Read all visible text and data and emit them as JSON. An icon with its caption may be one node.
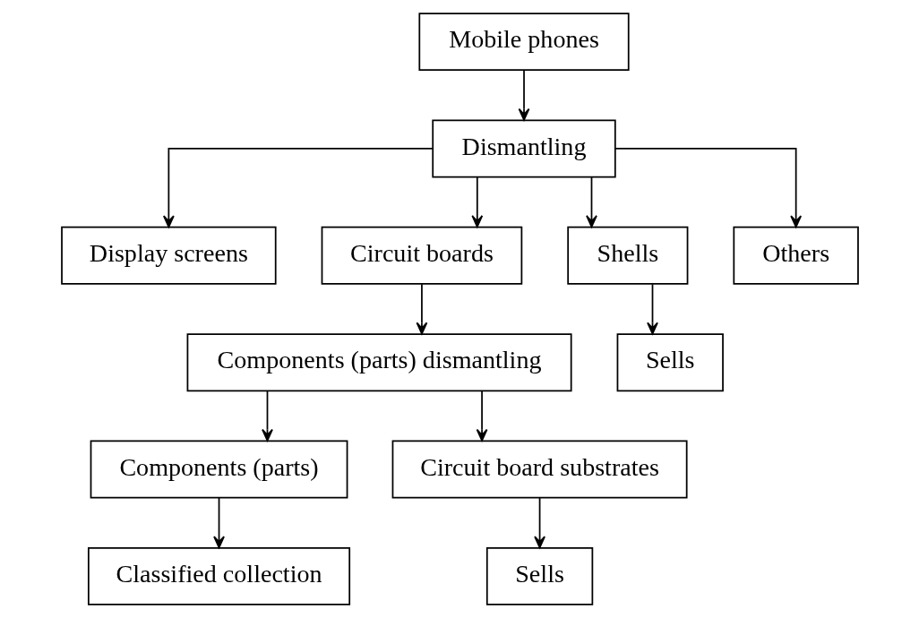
{
  "diagram": {
    "nodes": [
      {
        "text": [
          "Mobile phones"
        ]
      },
      {
        "text": [
          "Dismantling"
        ]
      },
      {
        "text": [
          "Display screens"
        ]
      },
      {
        "text": [
          "Circuit boards"
        ]
      },
      {
        "text": [
          "Shells"
        ]
      },
      {
        "text": [
          "Others"
        ]
      },
      {
        "text": [
          "Components (parts) dismantling"
        ]
      },
      {
        "text": [
          "Sells"
        ]
      },
      {
        "text": [
          "Components (parts)"
        ]
      },
      {
        "text": [
          "Circuit board substrates"
        ]
      },
      {
        "text": [
          "Classified collection"
        ]
      },
      {
        "text": [
          "Sells"
        ]
      }
    ],
    "edges": [
      {
        "from": 0,
        "to": 1,
        "arrow": "to"
      },
      {
        "from": 1,
        "to": 2,
        "arrow": "to"
      },
      {
        "from": 1,
        "to": 3,
        "arrow": "to"
      },
      {
        "from": 1,
        "to": 4,
        "arrow": "to"
      },
      {
        "from": 1,
        "to": 5,
        "arrow": "to"
      },
      {
        "from": 3,
        "to": 6,
        "arrow": "to"
      },
      {
        "from": 4,
        "to": 7,
        "arrow": "to"
      },
      {
        "from": 6,
        "to": 8,
        "arrow": "to"
      },
      {
        "from": 6,
        "to": 9,
        "arrow": "to"
      },
      {
        "from": 8,
        "to": 10,
        "arrow": "to"
      },
      {
        "from": 9,
        "to": 11,
        "arrow": "to"
      }
    ]
  }
}
